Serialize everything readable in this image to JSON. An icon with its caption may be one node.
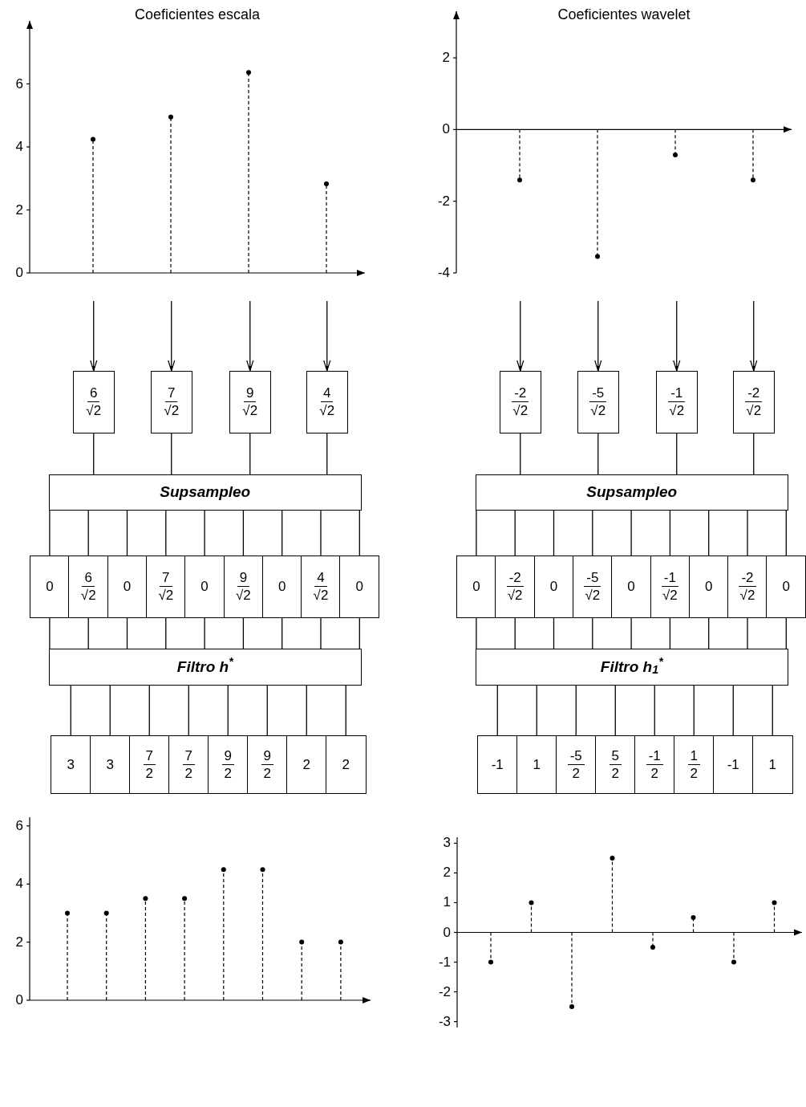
{
  "diagram": {
    "nodes": [
      {
        "text": [
          "6",
          "√2"
        ]
      },
      {
        "text": [
          "7",
          "√2"
        ]
      },
      {
        "text": [
          "9",
          "√2"
        ]
      },
      {
        "text": [
          "4",
          "√2"
        ]
      },
      {
        "text": [
          "Supsampleo"
        ]
      },
      {
        "text": [
          "0"
        ]
      },
      {
        "text": [
          "6",
          "√2"
        ]
      },
      {
        "text": [
          "0"
        ]
      },
      {
        "text": [
          "7",
          "√2"
        ]
      },
      {
        "text": [
          "0"
        ]
      },
      {
        "text": [
          "9",
          "√2"
        ]
      },
      {
        "text": [
          "0"
        ]
      },
      {
        "text": [
          "4",
          "√2"
        ]
      },
      {
        "text": [
          "0"
        ]
      },
      {
        "text": [
          "Filtro h$^{*}$"
        ]
      },
      {
        "text": [
          "3"
        ]
      },
      {
        "text": [
          "3"
        ]
      },
      {
        "text": [
          "7",
          "2"
        ]
      },
      {
        "text": [
          "7",
          "2"
        ]
      },
      {
        "text": [
          "9",
          "2"
        ]
      },
      {
        "text": [
          "9",
          "2"
        ]
      },
      {
        "text": [
          "2"
        ]
      },
      {
        "text": [
          "2"
        ]
      },
      {
        "text": [
          "-2",
          "√2"
        ]
      },
      {
        "text": [
          "-5",
          "√2"
        ]
      },
      {
        "text": [
          "-1",
          "√2"
        ]
      },
      {
        "text": [
          "-2",
          "√2"
        ]
      },
      {
        "text": [
          "Supsampleo"
        ]
      },
      {
        "text": [
          "0"
        ]
      },
      {
        "text": [
          "-2",
          "√2"
        ]
      },
      {
        "text": [
          "0"
        ]
      },
      {
        "text": [
          "-5",
          "√2"
        ]
      },
      {
        "text": [
          "0"
        ]
      },
      {
        "text": [
          "-1",
          "√2"
        ]
      },
      {
        "text": [
          "0"
        ]
      },
      {
        "text": [
          "-2",
          "√2"
        ]
      },
      {
        "text": [
          "0"
        ]
      },
      {
        "text": [
          "Filtro h$_{1}$$^{*}$"
        ]
      },
      {
        "text": [
          "-1"
        ]
      },
      {
        "text": [
          "1"
        ]
      },
      {
        "text": [
          "-5",
          "2"
        ]
      },
      {
        "text": [
          "5",
          "2"
        ]
      },
      {
        "text": [
          "-1",
          "2"
        ]
      },
      {
        "text": [
          "1",
          "2"
        ]
      },
      {
        "text": [
          "-1"
        ]
      },
      {
        "text": [
          "1"
        ]
      }
    ],
    "edges": [
      {
        "from": null,
        "to": 0,
        "arrow": "to"
      },
      {
        "from": null,
        "to": 1,
        "arrow": "to"
      },
      {
        "from": null,
        "to": 2,
        "arrow": "to"
      },
      {
        "from": null,
        "to": 3,
        "arrow": "to"
      },
      {
        "from": 0,
        "to": 4,
        "arrow": "none"
      },
      {
        "from": 1,
        "to": 4,
        "arrow": "none"
      },
      {
        "from": 2,
        "to": 4,
        "arrow": "none"
      },
      {
        "from": 3,
        "to": 4,
        "arrow": "none"
      },
      {
        "from": 4,
        "to": 5,
        "arrow": "none"
      },
      {
        "from": 4,
        "to": 6,
        "arrow": "none"
      },
      {
        "from": 4,
        "to": 7,
        "arrow": "none"
      },
      {
        "from": 4,
        "to": 8,
        "arrow": "none"
      },
      {
        "from": 4,
        "to": 9,
        "arrow": "none"
      },
      {
        "from": 4,
        "to": 10,
        "arrow": "none"
      },
      {
        "from": 4,
        "to": 11,
        "arrow": "none"
      },
      {
        "from": 4,
        "to": 12,
        "arrow": "none"
      },
      {
        "from": 4,
        "to": 13,
        "arrow": "none"
      },
      {
        "from": 5,
        "to": 14,
        "arrow": "none"
      },
      {
        "from": 6,
        "to": 14,
        "arrow": "none"
      },
      {
        "from": 7,
        "to": 14,
        "arrow": "none"
      },
      {
        "from": 8,
        "to": 14,
        "arrow": "none"
      },
      {
        "from": 9,
        "to": 14,
        "arrow": "none"
      },
      {
        "from": 10,
        "to": 14,
        "arrow": "none"
      },
      {
        "from": 11,
        "to": 14,
        "arrow": "none"
      },
      {
        "from": 12,
        "to": 14,
        "arrow": "none"
      },
      {
        "from": 13,
        "to": 14,
        "arrow": "none"
      },
      {
        "from": 14,
        "to": 15,
        "arrow": "none"
      },
      {
        "from": 14,
        "to": 16,
        "arrow": "none"
      },
      {
        "from": 14,
        "to": 17,
        "arrow": "none"
      },
      {
        "from": 14,
        "to": 18,
        "arrow": "none"
      },
      {
        "from": 14,
        "to": 19,
        "arrow": "none"
      },
      {
        "from": 14,
        "to": 20,
        "arrow": "none"
      },
      {
        "from": 14,
        "to": 21,
        "arrow": "none"
      },
      {
        "from": 14,
        "to": 22,
        "arrow": "none"
      },
      {
        "from": null,
        "to": 23,
        "arrow": "to"
      },
      {
        "from": null,
        "to": 24,
        "arrow": "to"
      },
      {
        "from": null,
        "to": 25,
        "arrow": "to"
      },
      {
        "from": null,
        "to": 26,
        "arrow": "to"
      },
      {
        "from": 23,
        "to": 27,
        "arrow": "none"
      },
      {
        "from": 24,
        "to": 27,
        "arrow": "none"
      },
      {
        "from": 25,
        "to": 27,
        "arrow": "none"
      },
      {
        "from": 26,
        "to": 27,
        "arrow": "none"
      },
      {
        "from": 27,
        "to": 28,
        "arrow": "none"
      },
      {
        "from": 27,
        "to": 29,
        "arrow": "none"
      },
      {
        "from": 27,
        "to": 30,
        "arrow": "none"
      },
      {
        "from": 27,
        "to": 31,
        "arrow": "none"
      },
      {
        "from": 27,
        "to": 32,
        "arrow": "none"
      },
      {
        "from": 27,
        "to": 33,
        "arrow": "none"
      },
      {
        "from": 27,
        "to": 34,
        "arrow": "none"
      },
      {
        "from": 27,
        "to": 35,
        "arrow": "none"
      },
      {
        "from": 27,
        "to": 36,
        "arrow": "none"
      },
      {
        "from": 28,
        "to": 37,
        "arrow": "none"
      },
      {
        "from": 29,
        "to": 37,
        "arrow": "none"
      },
      {
        "from": 30,
        "to": 37,
        "arrow": "none"
      },
      {
        "from": 31,
        "to": 37,
        "arrow": "none"
      },
      {
        "from": 32,
        "to": 37,
        "arrow": "none"
      },
      {
        "from": 33,
        "to": 37,
        "arrow": "none"
      },
      {
        "from": 34,
        "to": 37,
        "arrow": "none"
      },
      {
        "from": 35,
        "to": 37,
        "arrow": "none"
      },
      {
        "from": 36,
        "to": 37,
        "arrow": "none"
      },
      {
        "from": 37,
        "to": 38,
        "arrow": "none"
      },
      {
        "from": 37,
        "to": 39,
        "arrow": "none"
      },
      {
        "from": 37,
        "to": 40,
        "arrow": "none"
      },
      {
        "from": 37,
        "to": 41,
        "arrow": "none"
      },
      {
        "from": 37,
        "to": 42,
        "arrow": "none"
      },
      {
        "from": 37,
        "to": 43,
        "arrow": "none"
      },
      {
        "from": 37,
        "to": 44,
        "arrow": "none"
      },
      {
        "from": 37,
        "to": 45,
        "arrow": "none"
      }
    ],
    "chart_data": [
      {
        "type": "scatter",
        "title": "Coeficientes escala",
        "categories": [
          null,
          null,
          null,
          null
        ],
        "values": [
          4.24,
          4.95,
          6.36,
          2.83
        ],
        "ylim": [
          0,
          8
        ],
        "yticks": [
          0,
          2,
          4,
          6
        ]
      },
      {
        "type": "scatter",
        "title": "Coeficientes wavelet",
        "categories": [
          null,
          null,
          null,
          null
        ],
        "values": [
          -1.41,
          -3.54,
          -0.71,
          -1.41
        ],
        "ylim": [
          -4,
          3.3
        ],
        "yticks": [
          -4,
          -2,
          0,
          2
        ]
      },
      {
        "type": "scatter",
        "categories": [
          null,
          null,
          null,
          null,
          null,
          null,
          null,
          null
        ],
        "values": [
          3,
          3,
          3.5,
          3.5,
          4.5,
          4.5,
          2,
          2
        ],
        "ylim": [
          0,
          6.3
        ],
        "yticks": [
          0,
          2,
          4,
          6
        ]
      },
      {
        "type": "scatter",
        "categories": [
          null,
          null,
          null,
          null,
          null,
          null,
          null,
          null
        ],
        "values": [
          -1,
          1,
          -2.5,
          2.5,
          -0.5,
          0.5,
          -1,
          1
        ],
        "ylim": [
          -3.2,
          3.2
        ],
        "yticks": [
          -3,
          -2,
          -1,
          0,
          1,
          2,
          3
        ]
      }
    ]
  }
}
